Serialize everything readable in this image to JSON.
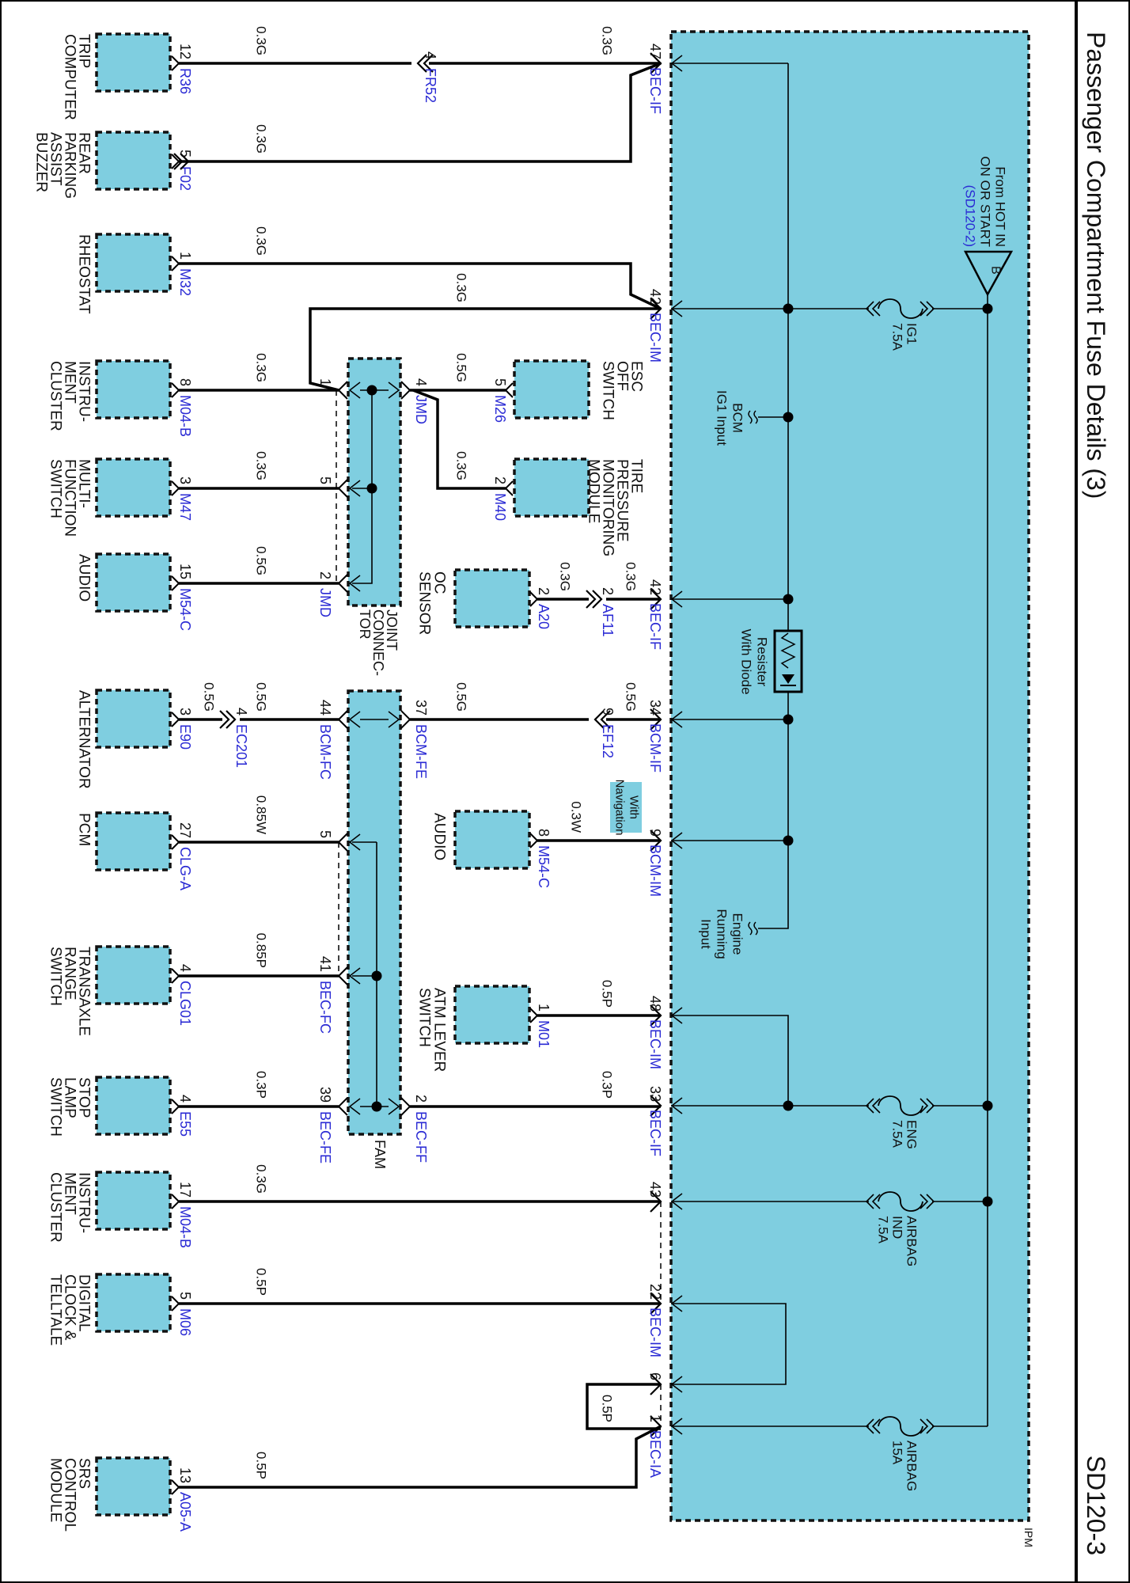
{
  "header": {
    "title": "Passenger Compartment Fuse Details (3)",
    "page_id": "SD120-3"
  },
  "colors": {
    "module_fill": "#7fcee0",
    "connector_text": "#2a2ad4",
    "wire": "#000000"
  },
  "ipm": {
    "label": "IPM",
    "source": {
      "lines": [
        "From HOT IN",
        "ON OR START"
      ],
      "ref": "(SD120-2)",
      "connector": "B"
    },
    "fuses": [
      {
        "lines": [
          "IG1",
          "7.5A"
        ]
      },
      {
        "lines": [
          "ENG",
          "7.5A"
        ]
      },
      {
        "lines": [
          "AIRBAG",
          "IND",
          "7.5A"
        ]
      },
      {
        "lines": [
          "AIRBAG",
          "15A"
        ]
      }
    ],
    "bcm_ig1_input": [
      "BCM",
      "IG1 Input"
    ],
    "resister": [
      "Resister",
      "With Diode"
    ],
    "engine_running": [
      "Engine",
      "Running",
      "Input"
    ],
    "pins": [
      {
        "num": "47",
        "conn": "BEC-IF"
      },
      {
        "num": "42",
        "conn": "BEC-IM"
      },
      {
        "num": "42",
        "conn": "BEC-IF"
      },
      {
        "num": "34",
        "conn": "BCM-IF"
      },
      {
        "num": "9",
        "conn": "BCM-IM"
      },
      {
        "num": "48",
        "conn": "BEC-IM"
      },
      {
        "num": "33",
        "conn": "BEC-IF"
      },
      {
        "num": "43",
        "conn": ""
      },
      {
        "num": "22",
        "conn": "BEC-IM"
      },
      {
        "num": "6",
        "conn": ""
      },
      {
        "num": "1",
        "conn": "BEC-IA"
      }
    ]
  },
  "components": [
    {
      "name": [
        "TRIP",
        "COMPUTER"
      ],
      "pin": "12",
      "conn": "R36"
    },
    {
      "name": [
        "REAR",
        "PARKING",
        "ASSIST",
        "BUZZER"
      ],
      "pin": "5",
      "conn": "F02"
    },
    {
      "name": [
        "RHEOSTAT"
      ],
      "pin": "1",
      "conn": "M32"
    },
    {
      "name": [
        "INSTRU-",
        "MENT",
        "CLUSTER"
      ],
      "pin": "8",
      "conn": "M04-B"
    },
    {
      "name": [
        "MULTI-",
        "FUNCTION",
        "SWITCH"
      ],
      "pin": "3",
      "conn": "M47"
    },
    {
      "name": [
        "AUDIO"
      ],
      "pin": "15",
      "conn": "M54-C"
    },
    {
      "name": [
        "ALTERNATOR"
      ],
      "pin": "3",
      "conn": "E90"
    },
    {
      "name": [
        "PCM"
      ],
      "pin": "27",
      "conn": "CLG-A"
    },
    {
      "name": [
        "TRANSAXLE",
        "RANGE",
        "SWITCH"
      ],
      "pin": "4",
      "conn": "CLG01"
    },
    {
      "name": [
        "STOP",
        "LAMP",
        "SWITCH"
      ],
      "pin": "4",
      "conn": "E55"
    },
    {
      "name": [
        "INSTRU-",
        "MENT",
        "CLUSTER"
      ],
      "pin": "17",
      "conn": "M04-B"
    },
    {
      "name": [
        "DIGITAL",
        "CLOCK &",
        "TELLTALE"
      ],
      "pin": "5",
      "conn": "M06"
    },
    {
      "name": [
        "SRS",
        "CONTROL",
        "MODULE"
      ],
      "pin": "13",
      "conn": "A05-A"
    }
  ],
  "mid_components": [
    {
      "name": [
        "ESC",
        "OFF",
        "SWITCH"
      ],
      "pin": "5",
      "conn": "M26"
    },
    {
      "name": [
        "TIRE",
        "PRESSURE",
        "MONITORING",
        "MODULE"
      ],
      "pin": "2",
      "conn": "M40"
    },
    {
      "name": [
        "OC",
        "SENSOR"
      ],
      "pin": "2",
      "conn": "A20"
    },
    {
      "name": [
        "AUDIO"
      ],
      "pin": "8",
      "conn": "M54-C"
    },
    {
      "name": [
        "ATM LEVER",
        "SWITCH"
      ],
      "pin": "1",
      "conn": "M01"
    }
  ],
  "joint_connector": {
    "name": [
      "JOINT",
      "CONNEC-",
      "TOR"
    ],
    "pins": [
      {
        "num": "1",
        "conn": ""
      },
      {
        "num": "4",
        "conn": "JMD"
      },
      {
        "num": "5",
        "conn": ""
      },
      {
        "num": "2",
        "conn": "JMD"
      }
    ]
  },
  "fam": {
    "name": "FAM",
    "pins": [
      {
        "num": "44",
        "conn": "BCM-FC"
      },
      {
        "num": "37",
        "conn": "BCM-FE"
      },
      {
        "num": "5",
        "conn": ""
      },
      {
        "num": "41",
        "conn": "BEC-FC"
      },
      {
        "num": "39",
        "conn": "BEC-FE"
      },
      {
        "num": "2",
        "conn": "BEC-FF"
      }
    ]
  },
  "inline_connectors": [
    {
      "pin": "4",
      "conn": "FR52"
    },
    {
      "pin": "2",
      "conn": "AF11"
    },
    {
      "pin": "4",
      "conn": "EC201"
    },
    {
      "pin": "9",
      "conn": "EF12"
    }
  ],
  "option_note": [
    "With",
    "Navigation"
  ],
  "wire_labels": [
    "0.3G",
    "0.3G",
    "0.3G",
    "0.3G",
    "0.3G",
    "0.3G",
    "0.5G",
    "0.3G",
    "0.3G",
    "0.5G",
    "0.3G",
    "0.3G",
    "0.5G",
    "0.5G",
    "0.5G",
    "0.5G",
    "0.85W",
    "0.3W",
    "0.85P",
    "0.5P",
    "0.3P",
    "0.3P",
    "0.3G",
    "0.5P",
    "0.5P",
    "0.5P"
  ]
}
